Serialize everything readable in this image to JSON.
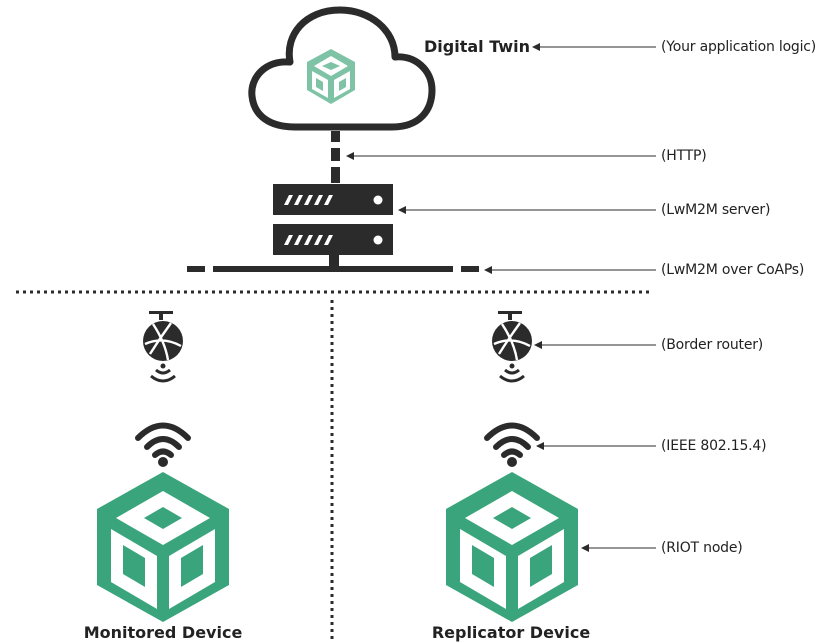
{
  "digital_twin": {
    "title": "Digital Twin"
  },
  "annotations": {
    "app_logic": "(Your application logic)",
    "http": "(HTTP)",
    "lwm2m_server": "(LwM2M server)",
    "lwm2m_coaps": "(LwM2M over CoAPs)",
    "border_router": "(Border router)",
    "ieee": "(IEEE 802.15.4)",
    "riot_node": "(RIOT node)"
  },
  "devices": {
    "monitored": "Monitored Device",
    "replicator": "Replicator Device"
  },
  "colors": {
    "ink": "#2b2b2b",
    "riot_green": "#3aa57c",
    "cloud_green": "#7fc3a7"
  }
}
